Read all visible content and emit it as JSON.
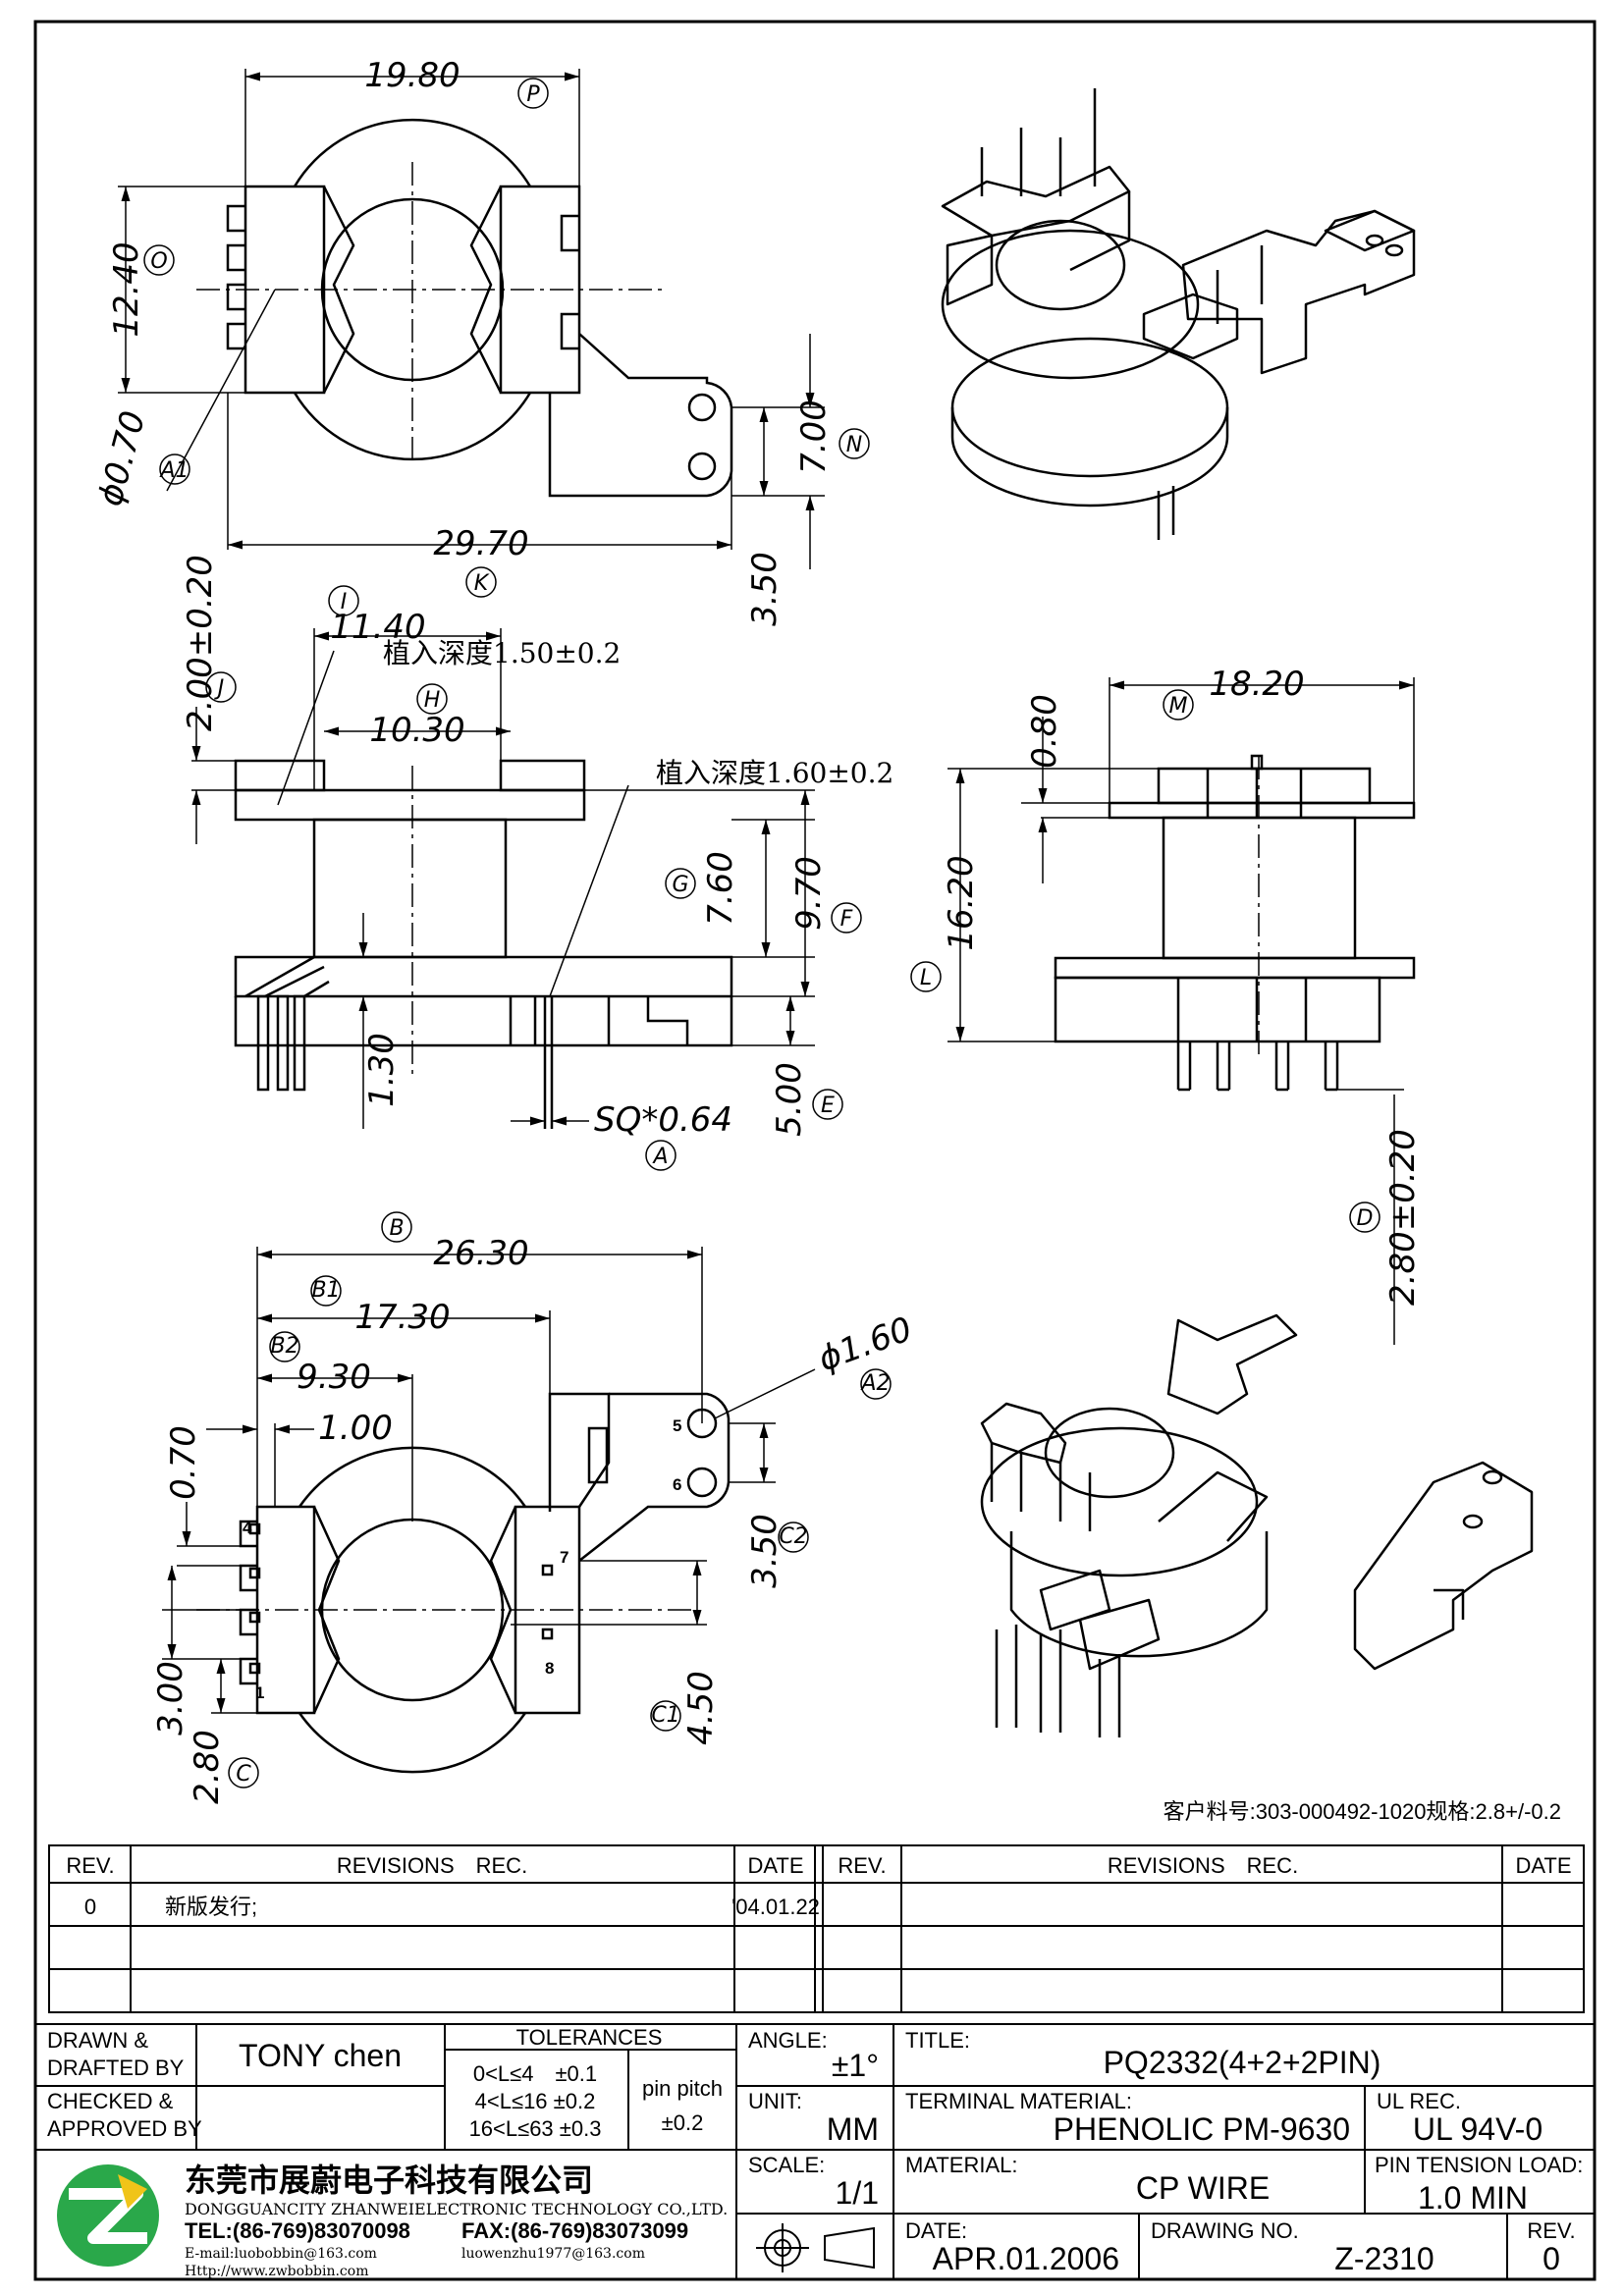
{
  "drawing": {
    "dims_top": {
      "width": "19.80",
      "width_tag": "P",
      "height": "12.40",
      "height_tag": "O",
      "hole": "ϕ0.70",
      "hole_tag": "A1",
      "total": "29.70",
      "total_tag": "K",
      "tab_pitch": "7.00",
      "tab_pitch_tag": "N",
      "tab_offset": "3.50"
    },
    "dims_side": {
      "pin_len": "2.00±0.20",
      "pin_len_tag": "J",
      "flange": "11.40",
      "flange_tag": "I",
      "core": "10.30",
      "core_tag": "H",
      "insert1": "植入深度1.50±0.2",
      "insert2": "植入深度1.60±0.2",
      "h1": "7.60",
      "h1_tag": "G",
      "h2": "9.70",
      "h2_tag": "F",
      "pin_offset": "1.30",
      "pin_sq": "SQ*0.64",
      "pin_sq_tag": "A",
      "base": "5.00",
      "base_tag": "E"
    },
    "dims_front": {
      "width": "18.20",
      "width_tag": "M",
      "top": "0.80",
      "height": "16.20",
      "height_tag": "L",
      "pin_len": "2.80±0.20",
      "pin_len_tag": "D"
    },
    "dims_bottom": {
      "total": "26.30",
      "total_tag": "B",
      "b1": "17.30",
      "b1_tag": "B1",
      "b2": "9.30",
      "b2_tag": "B2",
      "gap": "1.00",
      "pitch1": "0.70",
      "hole": "ϕ1.60",
      "hole_tag": "A2",
      "c2": "3.50",
      "c2_tag": "C2",
      "p1": "3.00",
      "p2": "2.80",
      "p2_tag": "C",
      "c1": "4.50",
      "c1_tag": "C1"
    },
    "pins": [
      "4",
      "1",
      "7",
      "8",
      "5",
      "6"
    ],
    "part_note": "客户料号:303-000492-1020规格:2.8+/-0.2"
  },
  "revisions": {
    "hdr_rev": "REV.",
    "hdr_rec": "REVISIONS　REC.",
    "hdr_date": "DATE",
    "rows": [
      {
        "rev": "0",
        "rec": "新版发行;",
        "date": "'04.01.22"
      }
    ]
  },
  "title_block": {
    "drawn_label_1": "DRAWN &",
    "drawn_label_2": "DRAFTED BY",
    "drawn_by": "TONY chen",
    "checked_label_1": "CHECKED &",
    "checked_label_2": "APPROVED BY",
    "tol_title": "TOLERANCES",
    "tol_1": "0<L≤4　±0.1",
    "tol_2": "4<L≤16 ±0.2",
    "tol_3": "16<L≤63 ±0.3",
    "pin_pitch_label": "pin pitch",
    "pin_pitch": "±0.2",
    "angle_label": "ANGLE:",
    "angle": "±1°",
    "unit_label": "UNIT:",
    "unit": "MM",
    "scale_label": "SCALE:",
    "scale": "1/1",
    "title_label": "TITLE:",
    "title": "PQ2332(4+2+2PIN)",
    "terminal_label": "TERMINAL MATERIAL:",
    "terminal": "PHENOLIC PM-9630",
    "ul_label": "UL REC.",
    "ul": "UL 94V-0",
    "material_label": "MATERIAL:",
    "material": "CP WIRE",
    "tension_label": "PIN TENSION LOAD:",
    "tension": "1.0 MIN",
    "date_label": "DATE:",
    "date": "APR.01.2006",
    "dwg_label": "DRAWING NO.",
    "dwg": "Z-2310",
    "rev_label": "REV.",
    "rev": "0",
    "company_cn": "东莞市展蔚电子科技有限公司",
    "company_en": "DONGGUANCITY ZHANWEIELECTRONIC TECHNOLOGY CO.,LTD.",
    "tel": "TEL:(86-769)83070098",
    "fax": "FAX:(86-769)83073099",
    "email1": "E-mail:luobobbin@163.com",
    "email2": "luowenzhu1977@163.com",
    "web": "Http://www.zwbobbin.com",
    "logo_color": "#2aa84a",
    "logo_color2": "#f0c419"
  }
}
